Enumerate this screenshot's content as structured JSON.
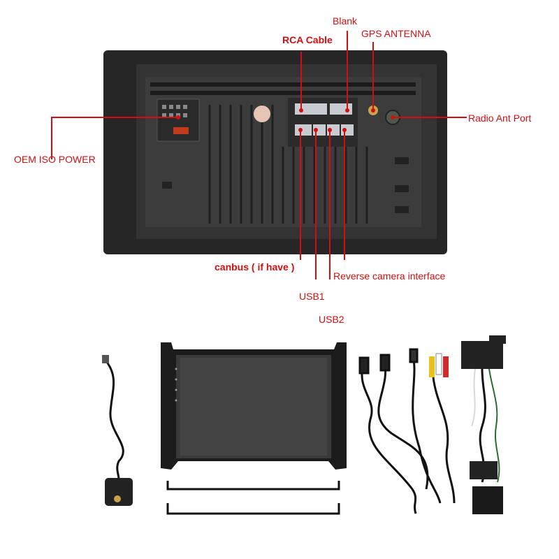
{
  "colors": {
    "callout": "#d01010",
    "panel": "#2e2e2e",
    "panel_inner": "#3a3a3a",
    "connector": "#9aa0a8"
  },
  "callouts": {
    "rca_cable": "RCA Cable",
    "blank": "Blank",
    "gps_antenna": "GPS ANTENNA",
    "radio_ant_port": "Radio Ant Port",
    "oem_iso_power": "OEM ISO POWER",
    "canbus": "canbus ( if have )",
    "usb1": "USB1",
    "reverse_camera": "Reverse camera interface",
    "usb2": "USB2"
  },
  "accessories": {
    "gps_antenna_icon": "gps-antenna-icon",
    "head_unit_icon": "head-unit-icon",
    "mounting_brackets_icon": "mounting-bracket-icon",
    "usb_cables_icon": "usb-cable-icon",
    "rca_cable_icon": "rca-cable-icon",
    "power_harness_icon": "wiring-harness-icon"
  }
}
